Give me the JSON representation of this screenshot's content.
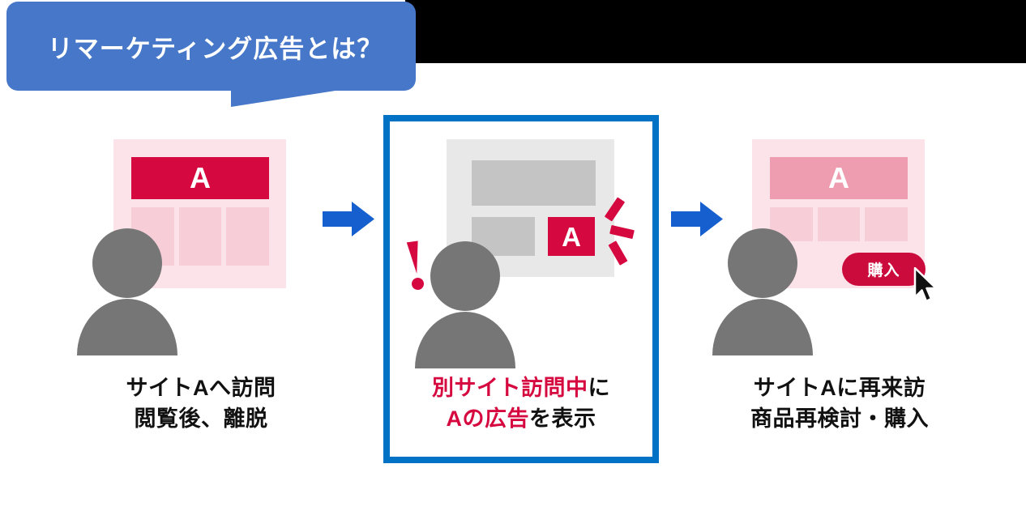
{
  "bubble": {
    "text": "リマーケティング広告とは？",
    "bg_color": "#4677C8",
    "text_color": "#ffffff"
  },
  "colors": {
    "crimson": "#D5093F",
    "pink_page": "#FBE3E9",
    "pink_column": "#F7CDD8",
    "pink_faded_banner": "#EE9CB0",
    "gray_page": "#E8E8E8",
    "gray_block": "#C4C4C4",
    "person_gray": "#767676",
    "arrow_blue": "#1560CE",
    "panel_border_blue": "#0072C6",
    "black_band": "#000000"
  },
  "panels": [
    {
      "id": "panel-site-a-visit",
      "site_letter": "A",
      "banner_style": "strong",
      "caption_line1": "サイトAへ訪問",
      "caption_line2": "閲覧後、離脱",
      "caption_color": "#111111"
    },
    {
      "id": "panel-other-site-ad",
      "ad_letter": "A",
      "highlighted": true,
      "caption_line1_red": "別サイト訪問中",
      "caption_line1_black": "に",
      "caption_line2_red": "Aの広告",
      "caption_line2_black": "を表示"
    },
    {
      "id": "panel-revisit-purchase",
      "site_letter": "A",
      "banner_style": "faded",
      "button_label": "購入",
      "caption_line1": "サイトAに再来訪",
      "caption_line2": "商品再検討・購入",
      "caption_color": "#111111"
    }
  ],
  "arrows": [
    {
      "id": "arrow-1",
      "direction": "right"
    },
    {
      "id": "arrow-2",
      "direction": "right"
    }
  ],
  "icons": {
    "exclamation": "!",
    "cursor": "mouse-pointer",
    "sparkle": "flash-lines"
  }
}
